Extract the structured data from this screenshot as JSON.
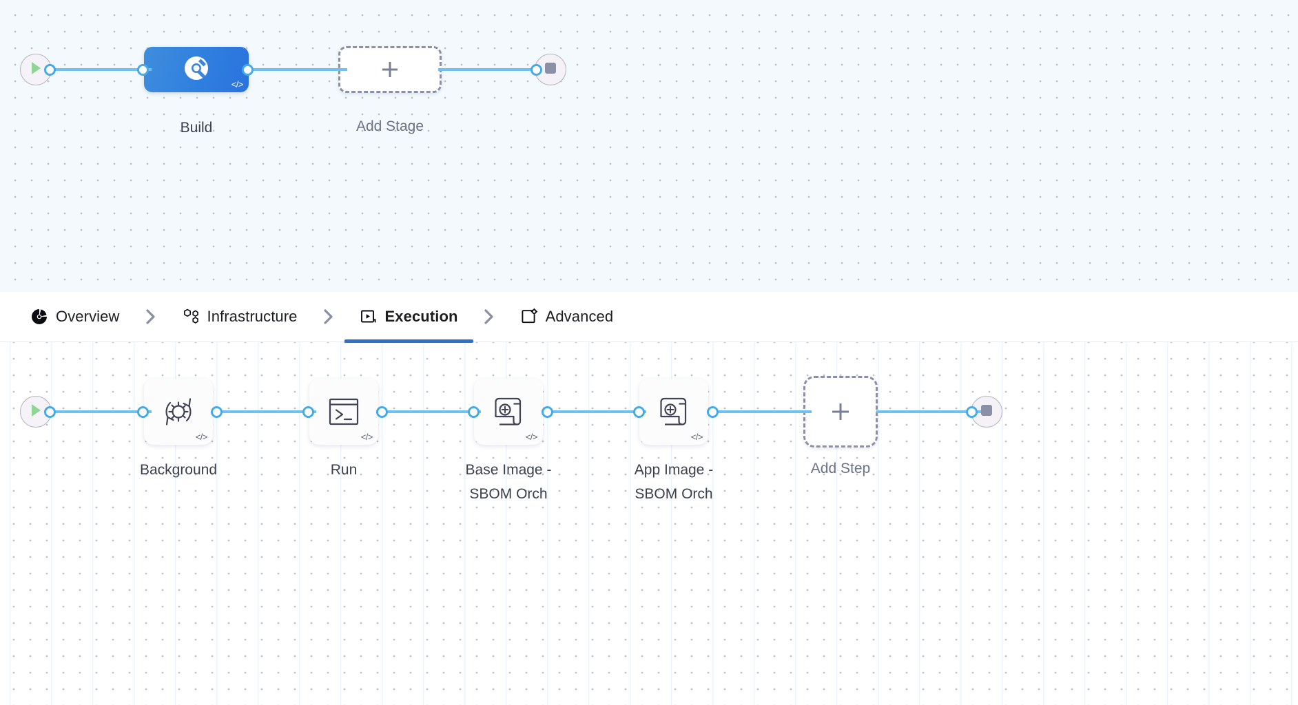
{
  "stage_graph": {
    "start_node": {
      "name": "pipeline-start",
      "icon": "play-icon"
    },
    "end_node": {
      "name": "pipeline-end",
      "icon": "stop-icon"
    },
    "stages": [
      {
        "label": "Build",
        "icon": "harness-build-icon",
        "badge": "</>",
        "state": "selected"
      }
    ],
    "add_stage": {
      "label": "Add Stage",
      "icon": "plus-icon"
    }
  },
  "tabs": [
    {
      "label": "Overview",
      "icon": "overview-pie-icon",
      "active": false
    },
    {
      "label": "Infrastructure",
      "icon": "hexagon-cluster-icon",
      "active": false
    },
    {
      "label": "Execution",
      "icon": "play-box-icon",
      "active": true
    },
    {
      "label": "Advanced",
      "icon": "square-gear-icon",
      "active": false
    }
  ],
  "tab_separator_icon": "chevron-right-icon",
  "step_graph": {
    "start_node": {
      "name": "execution-start",
      "icon": "play-icon"
    },
    "end_node": {
      "name": "execution-end",
      "icon": "stop-icon"
    },
    "steps": [
      {
        "label": "Background",
        "icon": "gear-refresh-icon",
        "badge": "</>"
      },
      {
        "label": "Run",
        "icon": "terminal-icon",
        "badge": "</>"
      },
      {
        "label": "Base Image -\nSBOM Orch",
        "icon": "scroll-plus-icon",
        "badge": "</>"
      },
      {
        "label": "App Image -\nSBOM Orch",
        "icon": "scroll-plus-icon",
        "badge": "</>"
      }
    ],
    "add_step": {
      "label": "Add Step",
      "icon": "plus-icon"
    }
  },
  "colors": {
    "accent_blue": "#2d72c8",
    "edge_blue": "#6ec1f0",
    "port_blue": "#46aae9",
    "stage_gradient_from": "#3f8ddc",
    "stage_gradient_to": "#2a73dd",
    "play_green": "#8fd694",
    "stop_gray": "#8b90a6",
    "dashed_border": "#8b8fa8",
    "stage_canvas_bg": "#f3f9fc",
    "step_canvas_bg": "#ffffff"
  }
}
